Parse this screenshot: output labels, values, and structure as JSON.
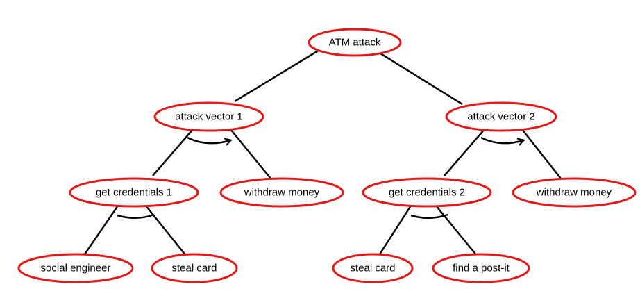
{
  "colors": {
    "node_border": "#e0191b",
    "edge": "#000000",
    "background": "#ffffff"
  },
  "tree": {
    "root": {
      "label": "ATM attack"
    },
    "branches": [
      {
        "label": "attack vector 1",
        "ordered_children": true,
        "children": [
          {
            "label": "get credentials 1",
            "conjunctive": true,
            "children": [
              {
                "label": "social engineer"
              },
              {
                "label": "steal card"
              }
            ]
          },
          {
            "label": "withdraw money"
          }
        ]
      },
      {
        "label": "attack vector 2",
        "ordered_children": true,
        "children": [
          {
            "label": "get credentials 2",
            "conjunctive": true,
            "children": [
              {
                "label": "steal card"
              },
              {
                "label": "find a post-it"
              }
            ]
          },
          {
            "label": "withdraw money"
          }
        ]
      }
    ]
  }
}
